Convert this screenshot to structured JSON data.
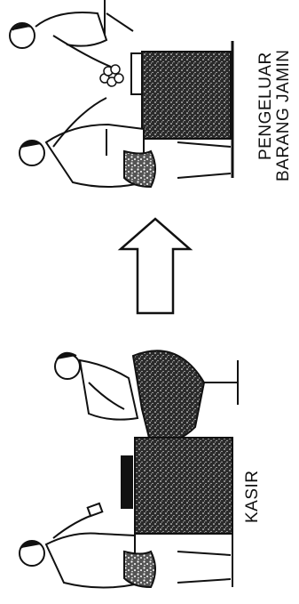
{
  "labels": {
    "kasir": "KASIR",
    "pengeluar_line1": "PENGELUAR",
    "pengeluar_line2": "BARANG JAMIN"
  },
  "colors": {
    "ink": "#111111",
    "paper": "#ffffff"
  }
}
